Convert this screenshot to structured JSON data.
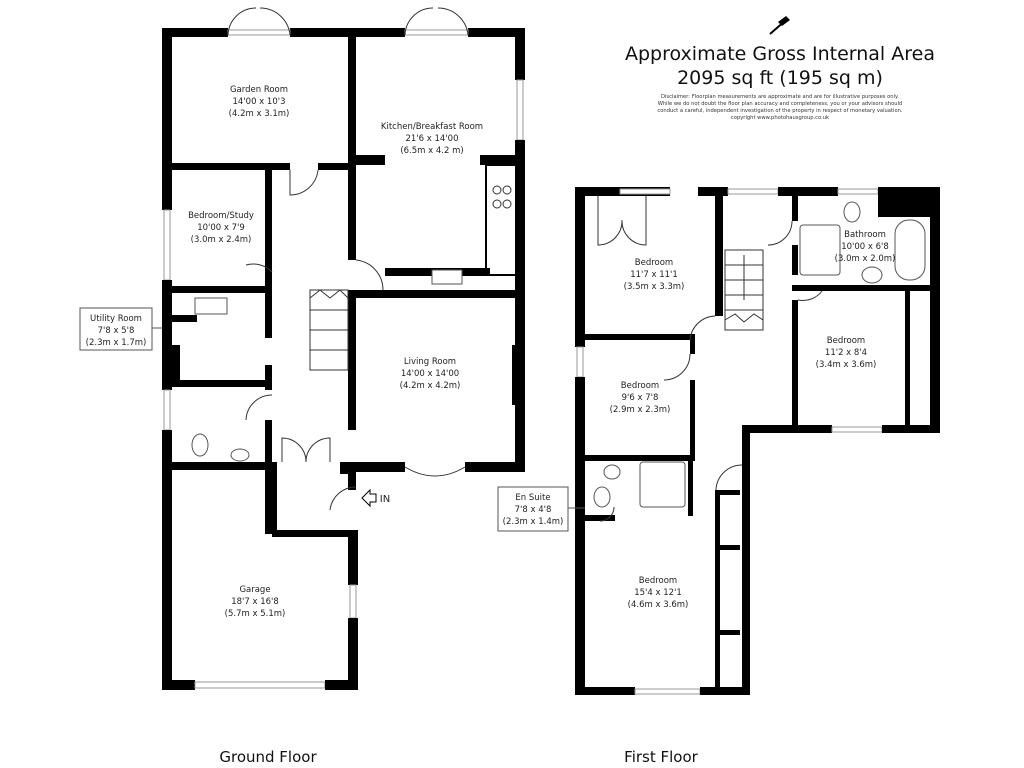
{
  "header": {
    "title": "Approximate Gross Internal Area",
    "area": "2095 sq ft (195 sq m)",
    "disclaimer": [
      "Disclaimer: Floorplan measurements are approximate and are for illustrative purposes only.",
      "While we do not doubt the floor plan accuracy and completeness, you or your advisors should",
      "conduct a careful, independent investigation of the property in respect of monetary valuation.",
      "copyright www.photohausgroup.co.uk"
    ],
    "compass_icon": "compass-arrow-icon"
  },
  "ground_floor": {
    "label": "Ground Floor",
    "entrance": "IN",
    "rooms": [
      {
        "name": "Garden Room",
        "imperial": "14'00 x 10'3",
        "metric": "(4.2m x 3.1m)"
      },
      {
        "name": "Kitchen/Breakfast Room",
        "imperial": "21'6 x 14'00",
        "metric": "(6.5m x 4.2 m)"
      },
      {
        "name": "Bedroom/Study",
        "imperial": "10'00 x 7'9",
        "metric": "(3.0m x 2.4m)"
      },
      {
        "name": "Utility Room",
        "imperial": "7'8 x 5'8",
        "metric": "(2.3m x 1.7m)"
      },
      {
        "name": "Living Room",
        "imperial": "14'00 x 14'00",
        "metric": "(4.2m x 4.2m)"
      },
      {
        "name": "Garage",
        "imperial": "18'7 x 16'8",
        "metric": "(5.7m x 5.1m)"
      }
    ]
  },
  "first_floor": {
    "label": "First Floor",
    "rooms": [
      {
        "name": "Bedroom",
        "imperial": "11'7 x 11'1",
        "metric": "(3.5m x 3.3m)"
      },
      {
        "name": "Bathroom",
        "imperial": "10'00 x 6'8",
        "metric": "(3.0m x 2.0m)"
      },
      {
        "name": "Bedroom",
        "imperial": "11'2 x 8'4",
        "metric": "(3.4m x 3.6m)"
      },
      {
        "name": "Bedroom",
        "imperial": "9'6 x 7'8",
        "metric": "(2.9m x 2.3m)"
      },
      {
        "name": "En Suite",
        "imperial": "7'8 x 4'8",
        "metric": "(2.3m x 1.4m)"
      },
      {
        "name": "Bedroom",
        "imperial": "15'4 x 12'1",
        "metric": "(4.6m x 3.6m)"
      }
    ]
  }
}
